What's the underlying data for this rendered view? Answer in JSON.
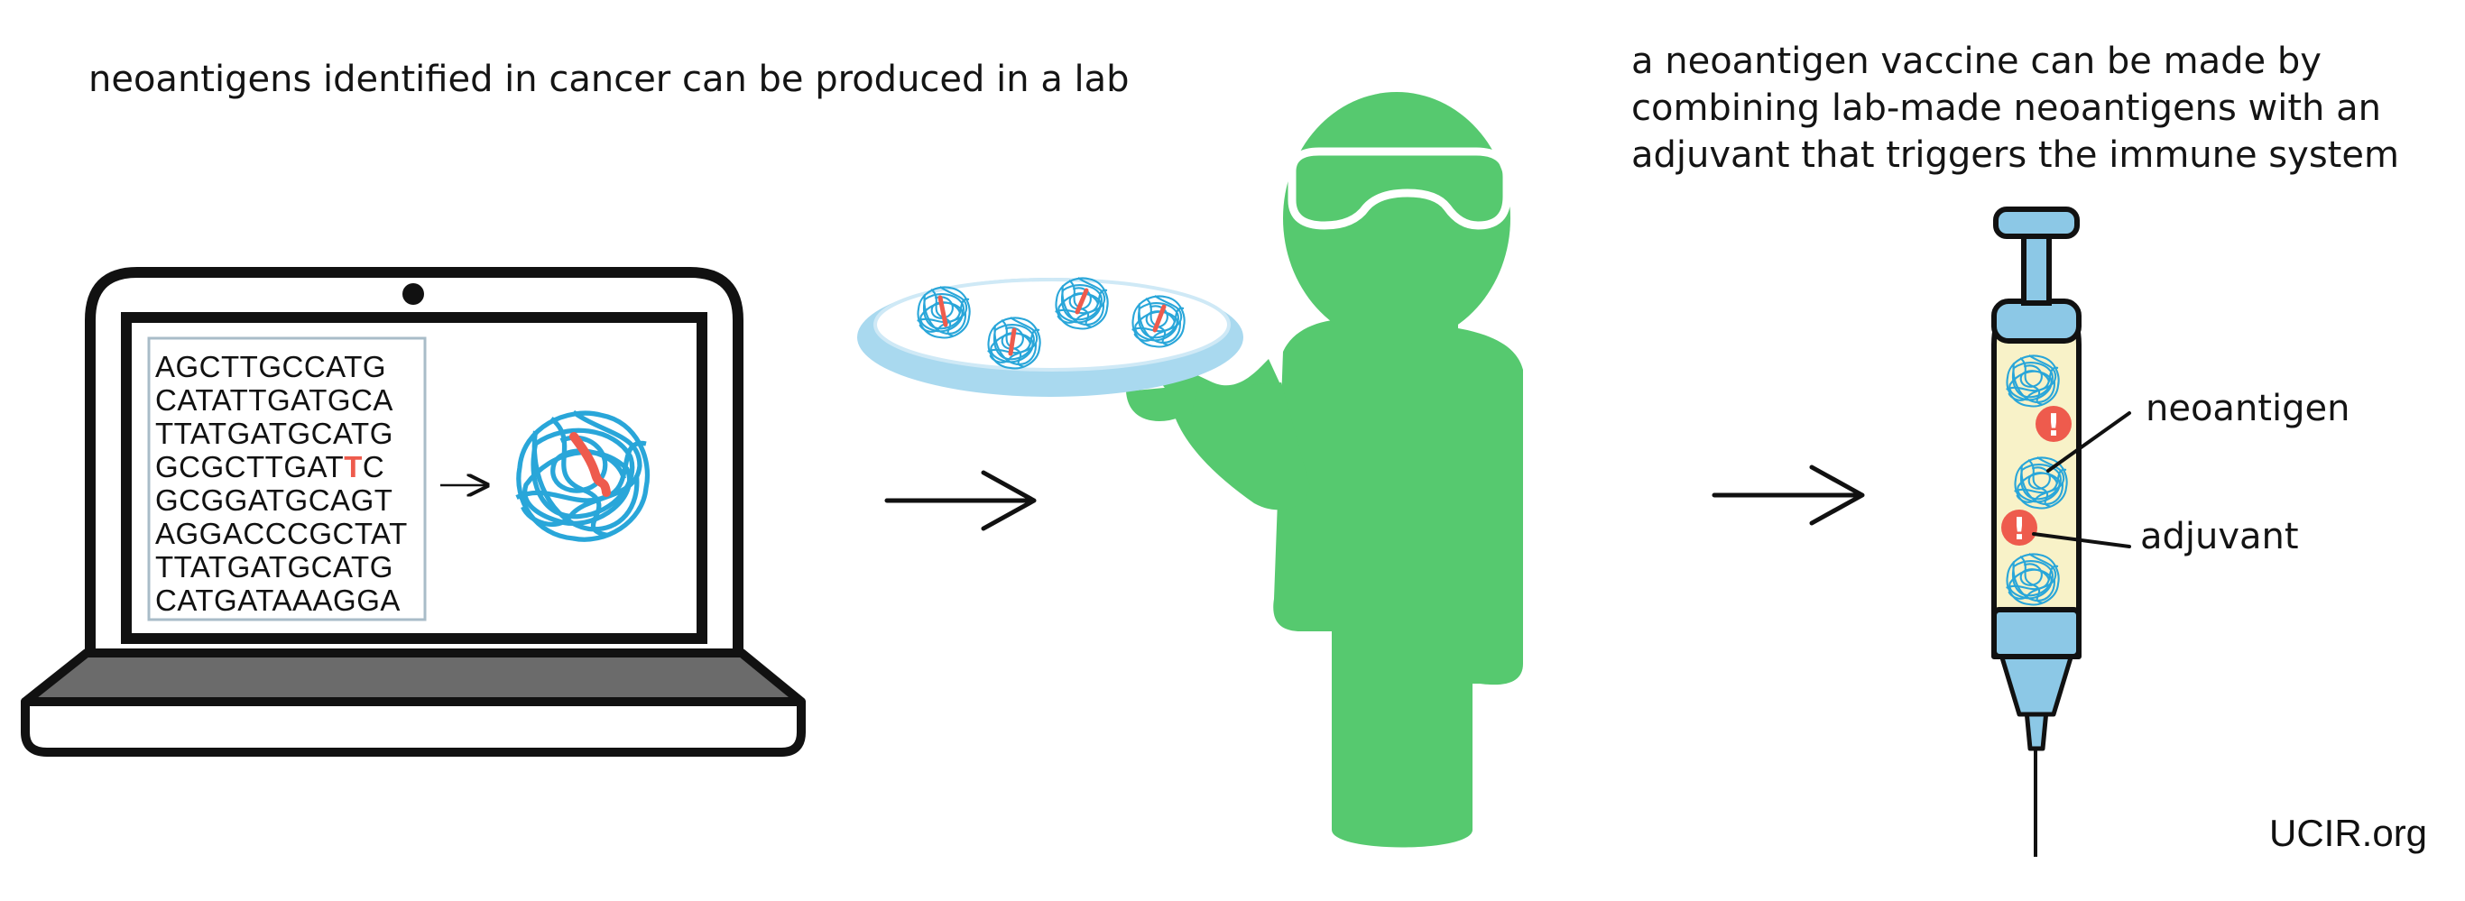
{
  "captions": {
    "left": "neoantigens identified in cancer  can be produced in a lab",
    "right_lines": [
      "a neoantigen vaccine can be made by",
      "combining lab-made neoantigens with an",
      "adjuvant that triggers the immune system"
    ]
  },
  "dna": {
    "lines": [
      {
        "pre": "AGCTTGCCATG",
        "mut": "",
        "post": ""
      },
      {
        "pre": "CATATTGATGCA",
        "mut": "",
        "post": ""
      },
      {
        "pre": "TTATGATGCATG",
        "mut": "",
        "post": ""
      },
      {
        "pre": "GCGCTTGAT",
        "mut": "T",
        "post": "C"
      },
      {
        "pre": "GCGGATGCAGT",
        "mut": "",
        "post": ""
      },
      {
        "pre": "AGGACCCGCTAT",
        "mut": "",
        "post": ""
      },
      {
        "pre": "TTATGATGCATG",
        "mut": "",
        "post": ""
      },
      {
        "pre": "CATGATAAAGGA",
        "mut": "",
        "post": ""
      }
    ]
  },
  "labels": {
    "neoantigen": "neoantigen",
    "adjuvant": "adjuvant"
  },
  "adjuvant_symbol": "!",
  "credit": "UCIR.org",
  "colors": {
    "person": "#56c96f",
    "protein": "#29a6d9",
    "mutation": "#ee5b4d",
    "dish": "#a9d9ef",
    "syringe_fill": "#f8f2c8",
    "syringe_metal": "#8cc8e6",
    "laptop_deck": "#6b6b6b"
  },
  "icons": [
    "laptop-icon",
    "protein-icon",
    "petri-dish-icon",
    "lab-worker-icon",
    "syringe-icon",
    "arrow-icon"
  ]
}
